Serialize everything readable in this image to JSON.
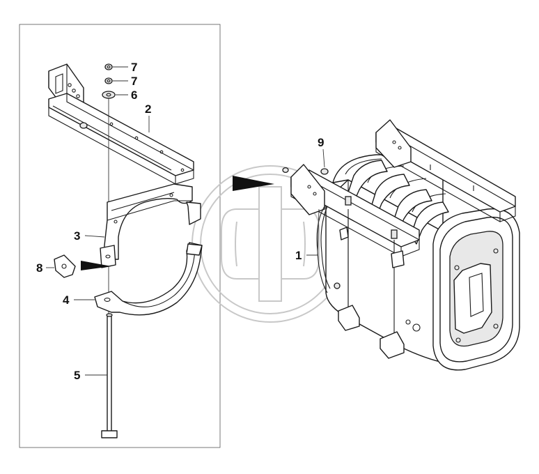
{
  "callouts": {
    "c1": "1",
    "c2": "2",
    "c3": "3",
    "c4": "4",
    "c5": "5",
    "c6": "6",
    "c7a": "7",
    "c7b": "7",
    "c8": "8",
    "c9": "9"
  },
  "colors": {
    "line": "#1a1a1a",
    "watermark": "#c8c8c8",
    "arrow": "#111111",
    "background": "#ffffff"
  }
}
